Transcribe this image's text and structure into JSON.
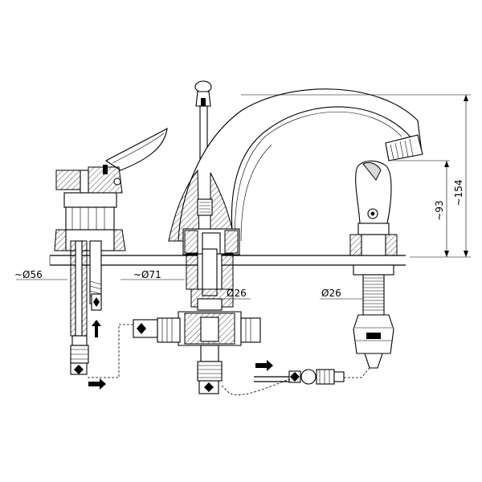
{
  "dimensions": {
    "total_height": "~154",
    "spout_height": "~93",
    "left_base_dia": "~Ø56",
    "center_base_dia": "~Ø71",
    "center_hole_dia": "Ø26",
    "right_hole_dia": "Ø26"
  }
}
